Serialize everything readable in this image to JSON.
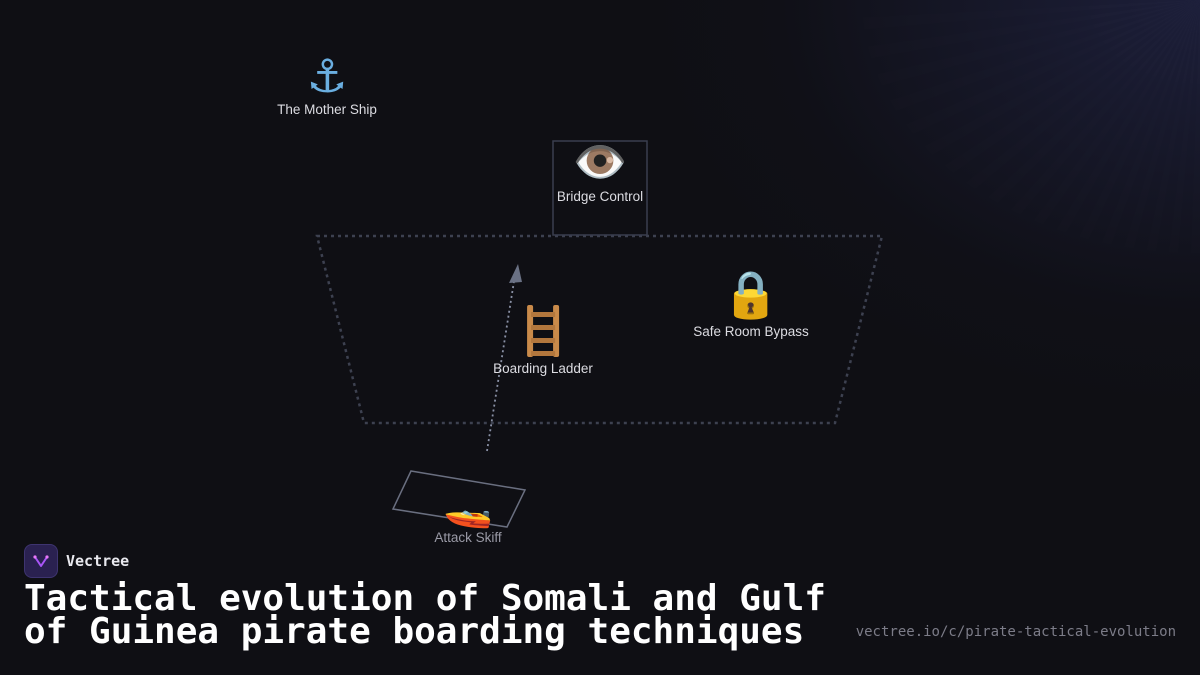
{
  "brand": {
    "name": "Vectree"
  },
  "title": "Tactical evolution of Somali and Gulf of Guinea pirate boarding techniques",
  "url": "vectree.io/c/pirate-tactical-evolution",
  "nodes": {
    "mother_ship": {
      "icon": "anchor-icon",
      "label": "The Mother Ship"
    },
    "bridge_control": {
      "icon": "eye-icon",
      "label": "Bridge Control"
    },
    "boarding_ladder": {
      "icon": "ladder-icon",
      "label": "Boarding Ladder"
    },
    "safe_room_bypass": {
      "icon": "lock-icon",
      "label": "Safe Room Bypass"
    },
    "attack_skiff": {
      "icon": "speedboat-icon",
      "label": "Attack Skiff"
    }
  },
  "colors": {
    "background": "#0f0f14",
    "hull_outline": "#3d4150",
    "arrow": "#8a91a6",
    "logo_accent": "#a855f7"
  }
}
